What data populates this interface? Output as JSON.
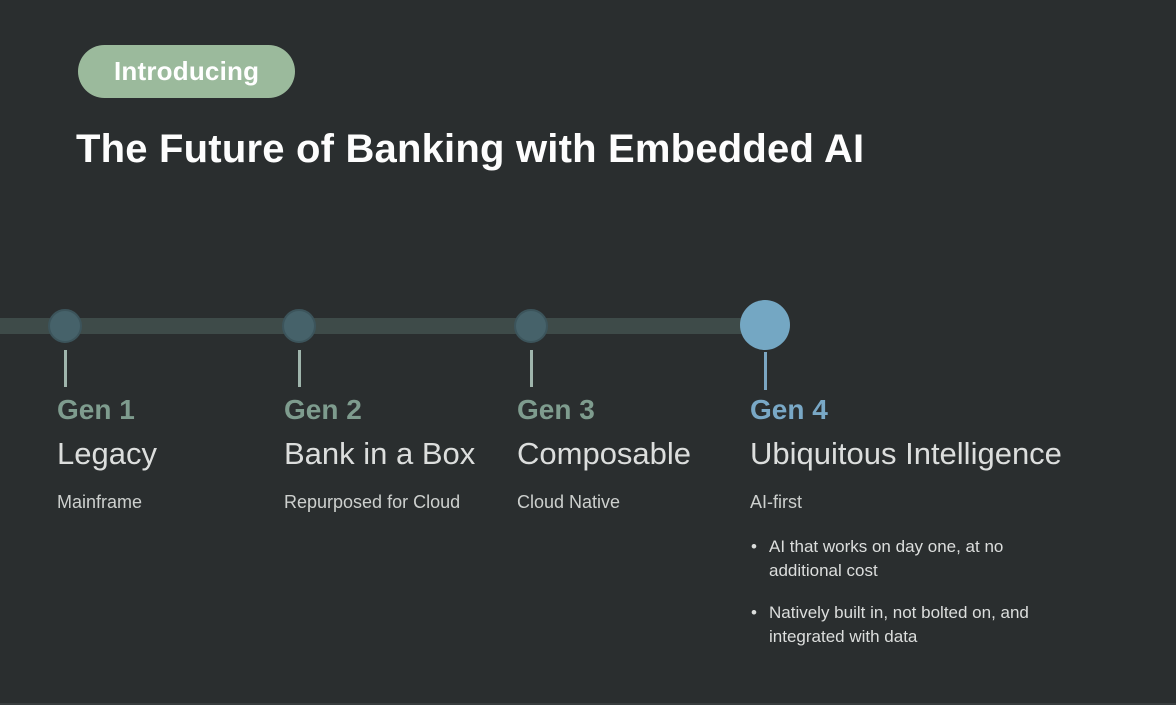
{
  "slide": {
    "badge_label": "Introducing",
    "title": "The Future of Banking with Embedded AI"
  },
  "timeline": {
    "items": [
      {
        "gen": "Gen 1",
        "title": "Legacy",
        "subtitle": "Mainframe"
      },
      {
        "gen": "Gen 2",
        "title": "Bank in a Box",
        "subtitle": "Repurposed for Cloud"
      },
      {
        "gen": "Gen 3",
        "title": "Composable",
        "subtitle": "Cloud Native"
      },
      {
        "gen": "Gen 4",
        "title": "Ubiquitous Intelligence",
        "subtitle": "AI-first",
        "bullets": [
          "AI that works on day one, at no additional cost",
          "Natively built in, not bolted on, and integrated with data"
        ]
      }
    ]
  },
  "colors": {
    "background": "#2A2E2F",
    "badge-green": "#9BBA9C",
    "sage": "#7E9C8E",
    "blue": "#79A8C6",
    "node-teal": "#46626A",
    "node-border": "#3C545B",
    "node-blue": "#74A7C3",
    "bar": "#3E4B49",
    "tick": "#9FB5AC",
    "tick-blue": "#7BA6C2",
    "title-white": "#FDFDFD",
    "text-light": "#DCDEDD",
    "text-muted": "#CDD0CE"
  }
}
